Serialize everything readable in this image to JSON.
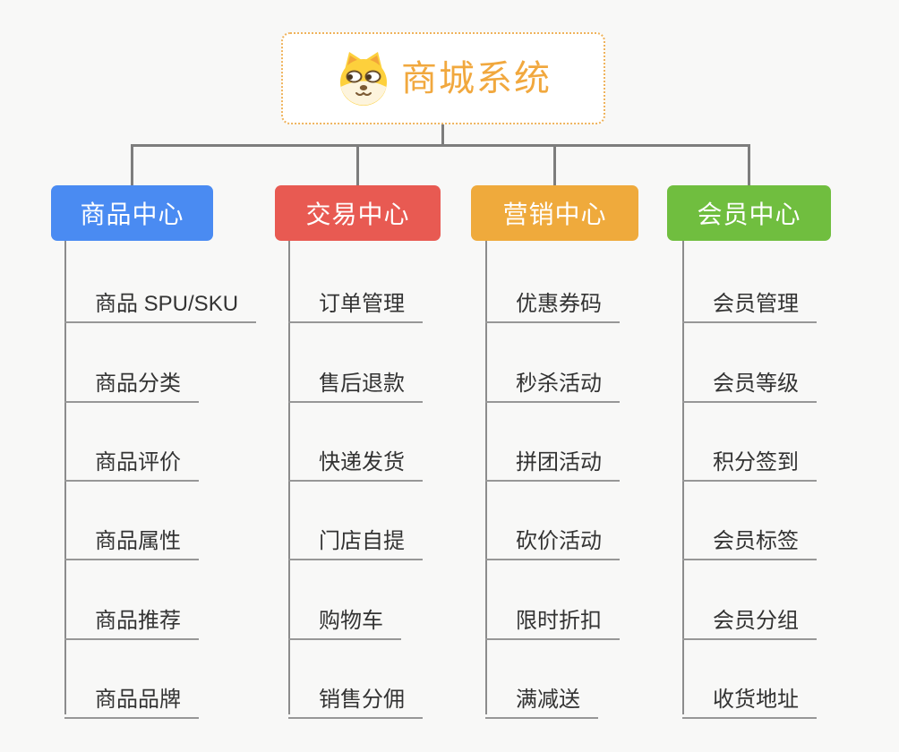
{
  "page": {
    "background": "#f8f8f7"
  },
  "root": {
    "title": "商城系统",
    "icon": "dog-logo-icon",
    "title_color": "#f1a83e",
    "border_color": "#efb35c"
  },
  "connector_color": "#7d7d7d",
  "tree": {
    "branches": [
      {
        "label": "商品中心",
        "color": "#4a8bf2",
        "children": [
          "商品 SPU/SKU",
          "商品分类",
          "商品评价",
          "商品属性",
          "商品推荐",
          "商品品牌"
        ]
      },
      {
        "label": "交易中心",
        "color": "#e85a52",
        "children": [
          "订单管理",
          "售后退款",
          "快递发货",
          "门店自提",
          "购物车",
          "销售分佣"
        ]
      },
      {
        "label": "营销中心",
        "color": "#efaa3c",
        "children": [
          "优惠券码",
          "秒杀活动",
          "拼团活动",
          "砍价活动",
          "限时折扣",
          "满减送"
        ]
      },
      {
        "label": "会员中心",
        "color": "#70be3f",
        "children": [
          "会员管理",
          "会员等级",
          "积分签到",
          "会员标签",
          "会员分组",
          "收货地址"
        ]
      }
    ]
  }
}
